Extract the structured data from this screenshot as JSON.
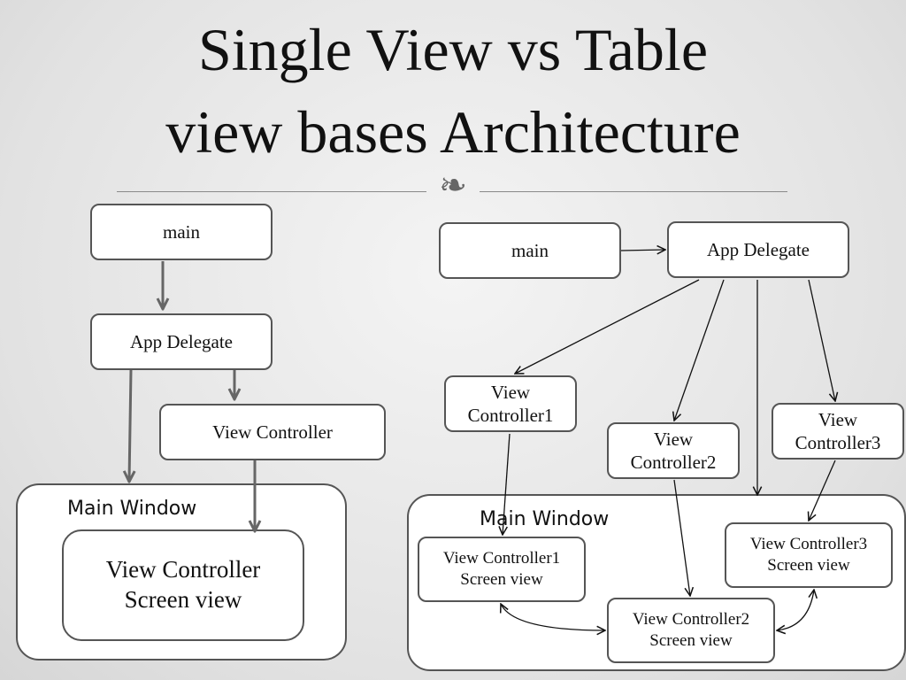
{
  "title": {
    "line1": "Single View vs Table",
    "line2": "view bases Architecture",
    "ornament": "❧"
  },
  "single_view": {
    "main": "main",
    "app_delegate": "App Delegate",
    "view_controller": "View Controller",
    "main_window": "Main Window",
    "screen_view": "View Controller\nScreen view"
  },
  "table_view": {
    "main": "main",
    "app_delegate": "App Delegate",
    "vc1": "View\nController1",
    "vc2": "View\nController2",
    "vc3": "View\nController3",
    "main_window": "Main Window",
    "screen1": "View Controller1\nScreen view",
    "screen2": "View Controller2\nScreen view",
    "screen3": "View Controller3\nScreen view"
  },
  "colors": {
    "thick_arrow": "#666666",
    "thin_arrow": "#111111",
    "box_border": "#555555"
  }
}
